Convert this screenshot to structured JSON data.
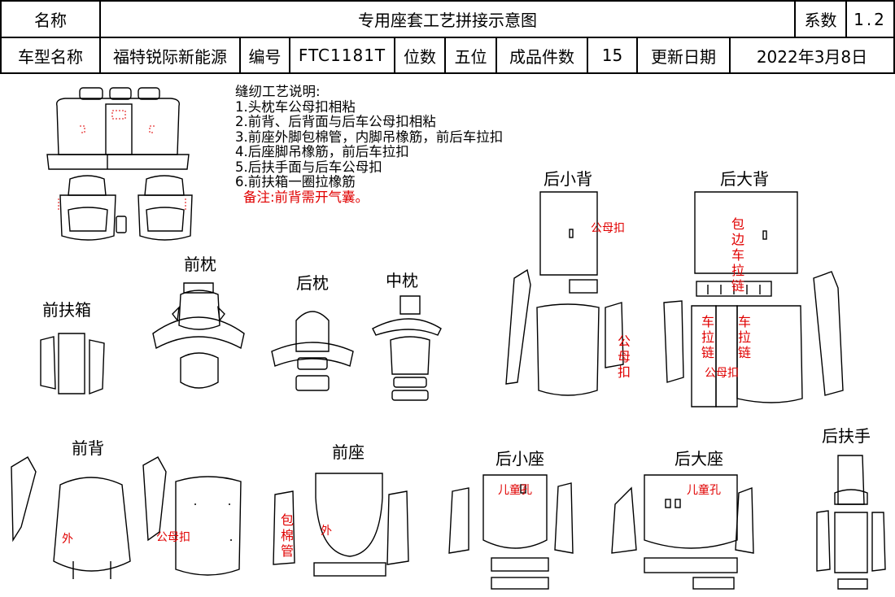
{
  "header": {
    "name_label": "名称",
    "title": "专用座套工艺拼接示意图",
    "coef_label": "系数",
    "coef_value": "1.2"
  },
  "info": {
    "model_label": "车型名称",
    "model_value": "福特锐际新能源",
    "code_label": "编号",
    "code_value": "FTC1181T",
    "seats_label": "位数",
    "seats_value": "五位",
    "pieces_label": "成品件数",
    "pieces_value": "15",
    "date_label": "更新日期",
    "date_value": "2022年3月8日"
  },
  "notes": {
    "heading": "缝纫工艺说明:",
    "items": [
      "1.头枕车公母扣相粘",
      "2.前背、后背面与后车公母扣相粘",
      "3.前座外脚包棉管，内脚吊橡筋，前后车拉扣",
      "4.后座脚吊橡筋，前后车拉扣",
      "5.后扶手面与后车公母扣",
      "6.前扶箱一圈拉橡筋"
    ],
    "remark": "备注:前背需开气囊。"
  },
  "sections": {
    "front_headrest": "前枕",
    "rear_headrest": "后枕",
    "mid_headrest": "中枕",
    "front_armbox": "前扶箱",
    "rear_small_back": "后小背",
    "rear_large_back": "后大背",
    "front_back": "前背",
    "front_seat": "前座",
    "rear_small_seat": "后小座",
    "rear_large_seat": "后大座",
    "rear_armrest": "后扶手"
  },
  "annotations": {
    "snap_1": "公母扣",
    "wrap_zip": "包边车拉链",
    "snap_vertical": "公母扣",
    "zip_left": "车拉链",
    "zip_right": "车拉链",
    "snap_2": "公母扣",
    "outer_1": "外",
    "snap_3": "公母扣",
    "cotton_tube": "包棉管",
    "outer_2": "外",
    "child_hole_1": "儿童孔",
    "child_hole_2": "儿童孔"
  },
  "colors": {
    "annotation": "#e00000",
    "line": "#000000"
  }
}
